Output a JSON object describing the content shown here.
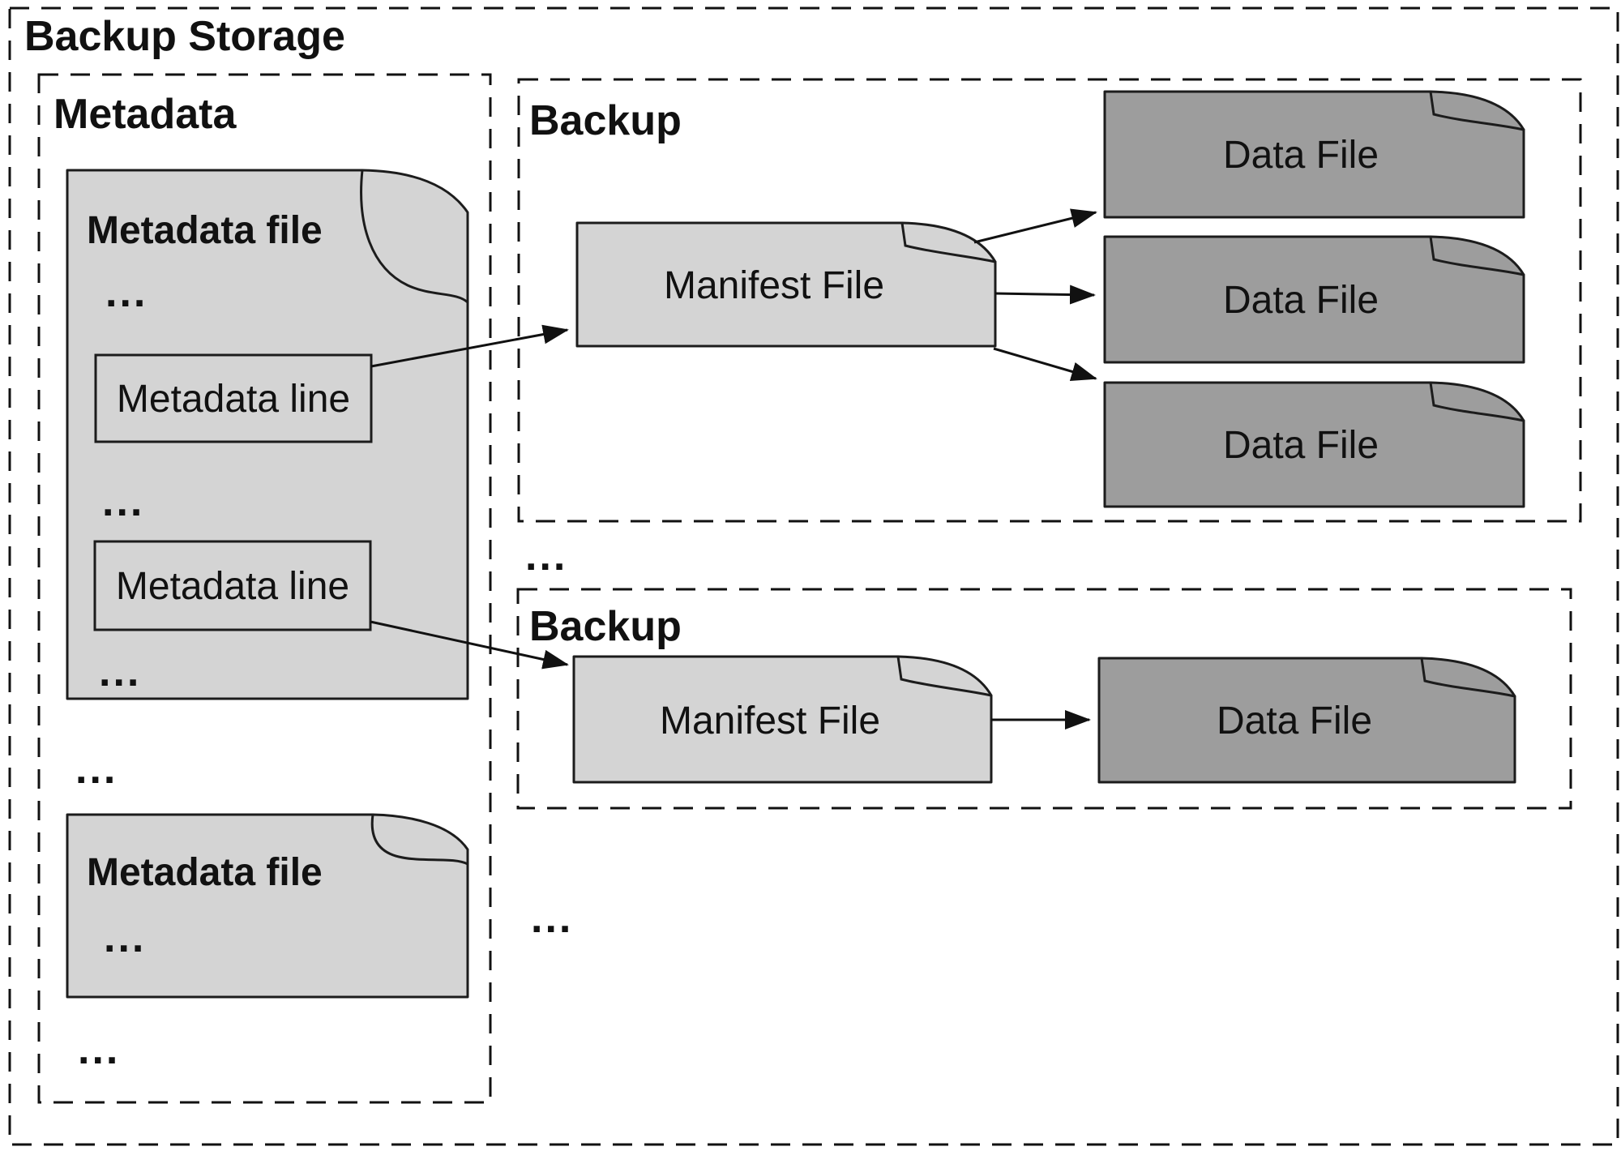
{
  "title": "Backup Storage",
  "colors": {
    "background": "#ffffff",
    "doc_fill": "#d4d4d4",
    "data_file_fill": "#9d9d9d",
    "line": "#111111"
  },
  "metadata": {
    "label": "Metadata",
    "file1": {
      "title": "Metadata file",
      "dots_top": "...",
      "line1": "Metadata line",
      "dots_mid": "...",
      "line2": "Metadata line",
      "dots_bottom": "..."
    },
    "dots_between_files": "...",
    "file2": {
      "title": "Metadata file",
      "dots": "..."
    },
    "dots_bottom": "..."
  },
  "backup1": {
    "label": "Backup",
    "manifest_label": "Manifest File",
    "data_files": [
      {
        "label": "Data File"
      },
      {
        "label": "Data File"
      },
      {
        "label": "Data File"
      }
    ]
  },
  "dots_between_backups": "...",
  "backup2": {
    "label": "Backup",
    "manifest_label": "Manifest File",
    "data_file_label": "Data File"
  },
  "dots_bottom_middle": "..."
}
